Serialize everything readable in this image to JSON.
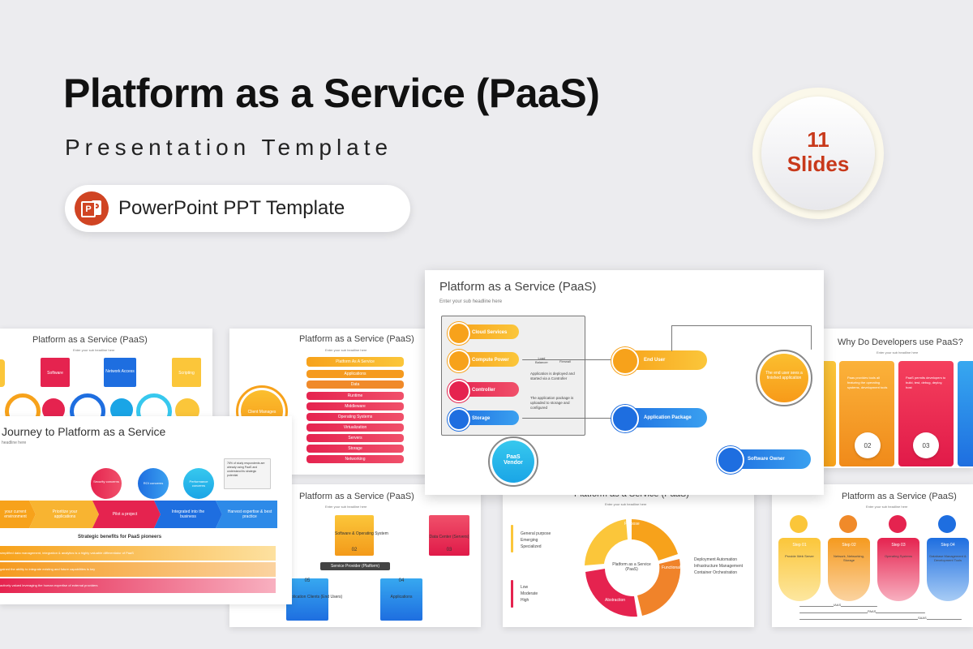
{
  "header": {
    "title": "Platform as a Service (PaaS)",
    "subtitle": "Presentation Template",
    "pill_label": "PowerPoint PPT Template",
    "pill_icon": "powerpoint-icon",
    "badge_number": "11",
    "badge_text": "Slides"
  },
  "colors": {
    "accent": "#c8391b",
    "orange": "#f7a21b",
    "red": "#e5234f",
    "blue": "#1e6ee0",
    "cyan": "#37c8ee"
  },
  "slides": {
    "main": {
      "title": "Platform as a Service (PaaS)",
      "sub": "Enter your sub headline here",
      "items": [
        "Cloud Services",
        "Compute Power",
        "Controller",
        "Storage"
      ],
      "load_balancer": "Load\nBalancer",
      "firewall": "Firewall",
      "note1": "Application is deployed and started via a Controller",
      "note2": "The application package is uploaded to storage and configured",
      "end_user": "End User",
      "app_package": "Application Package",
      "software_owner": "Software Owner",
      "vendor": "PaaS Vendor",
      "finished": "The end user sees a finished application"
    },
    "s1": {
      "title": "Platform as a Service (PaaS)",
      "sub": "Enter your sub headline here",
      "labels": [
        "Software",
        "Network Access",
        "Scripting"
      ]
    },
    "s2": {
      "title": "Platform as a Service (PaaS)",
      "sub": "Enter your sub headline here",
      "stack": [
        "Platform As A Service",
        "Applications",
        "Data",
        "Runtime",
        "Middleware",
        "Operating Systems",
        "Virtualization",
        "Servers",
        "Storage",
        "Networking"
      ],
      "client": "Client Manages"
    },
    "s3": {
      "title": "Why Do Developers use PaaS?",
      "sub": "Enter your sub headline here",
      "nums": [
        "02",
        "03"
      ]
    },
    "s4": {
      "title": "Journey to Platform as a Service",
      "sub": "headline here",
      "circles": [
        "Security concerns",
        "ROI concerns",
        "Performance concerns"
      ],
      "note": "76% of study respondents are already using PaaS and understand its strategic potential",
      "arrows": [
        "your current environment",
        "Prioritize your applications",
        "Pilot a project",
        "Integrated into the business",
        "Harvest expertise & best practice"
      ],
      "strategic": "Strategic benefits for PaaS pioneers",
      "rows": [
        "simplified data management, integration & analytics is a highly valuable differentiator of PaaS",
        "gained the ability to integrate existing and future capabilities is key",
        "actively valued leveraging the human expertise of external providers"
      ]
    },
    "s5": {
      "title": "Platform as a Service (PaaS)",
      "sub": "Enter your sub headline here",
      "boxes": [
        "Software & Operating System",
        "Data Center (Servers)",
        "Application Clients (End Users)",
        "Applications"
      ],
      "nums": [
        "02",
        "03",
        "05",
        "04"
      ],
      "provider": "Service Provider (Platform)"
    },
    "s6": {
      "title": "Platform as a Service (PaaS)",
      "sub": "Enter your sub headline here",
      "center": "Platform as a Service (PaaS)",
      "segments": [
        "Purpose",
        "Functionality",
        "Abstraction"
      ],
      "left_top": [
        "General purpose",
        "Emerging",
        "Specialized"
      ],
      "left_bottom": [
        "Low",
        "Moderate",
        "High"
      ],
      "right": [
        "Deployment Automation",
        "Infrastructure Management",
        "Container Orchestration"
      ]
    },
    "s7": {
      "title": "Platform as a Service (PaaS)",
      "sub": "Enter your sub headline here",
      "steps": [
        "Step 01",
        "Step 02",
        "Step 03",
        "Step 04"
      ],
      "labels": [
        "Provide Web Server",
        "Network, Networking, Storage",
        "Operating Systems",
        "Database Management & Development Tools"
      ],
      "foot": [
        "IAAS",
        "PAAS",
        "SAAS"
      ]
    }
  }
}
